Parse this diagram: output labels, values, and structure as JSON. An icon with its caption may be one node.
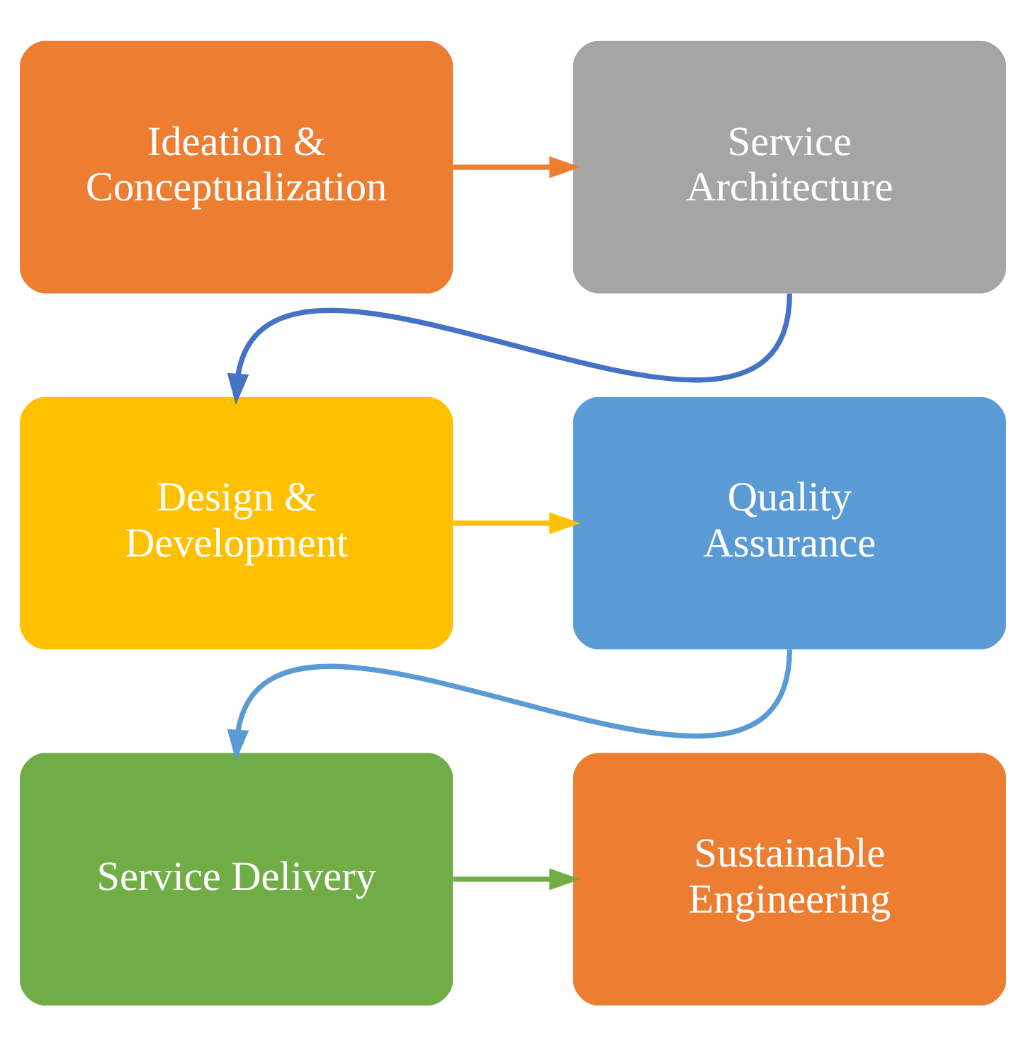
{
  "diagram": {
    "nodes": [
      {
        "text": [
          "Ideation & Conceptualization"
        ]
      },
      {
        "text": [
          "Service Architecture"
        ]
      },
      {
        "text": [
          "Design & Development"
        ]
      },
      {
        "text": [
          "Quality Assurance"
        ]
      },
      {
        "text": [
          "Service Delivery"
        ]
      },
      {
        "text": [
          "Sustainable Engineering"
        ]
      }
    ],
    "edges": [
      {
        "from": 0,
        "to": 1,
        "arrow": "to",
        "color": "#ed7d31"
      },
      {
        "from": 1,
        "to": 2,
        "arrow": "to",
        "color": "#4472c4"
      },
      {
        "from": 2,
        "to": 3,
        "arrow": "to",
        "color": "#ffc000"
      },
      {
        "from": 3,
        "to": 4,
        "arrow": "to",
        "color": "#5b9bd5"
      },
      {
        "from": 4,
        "to": 5,
        "arrow": "to",
        "color": "#70ad47"
      }
    ]
  }
}
